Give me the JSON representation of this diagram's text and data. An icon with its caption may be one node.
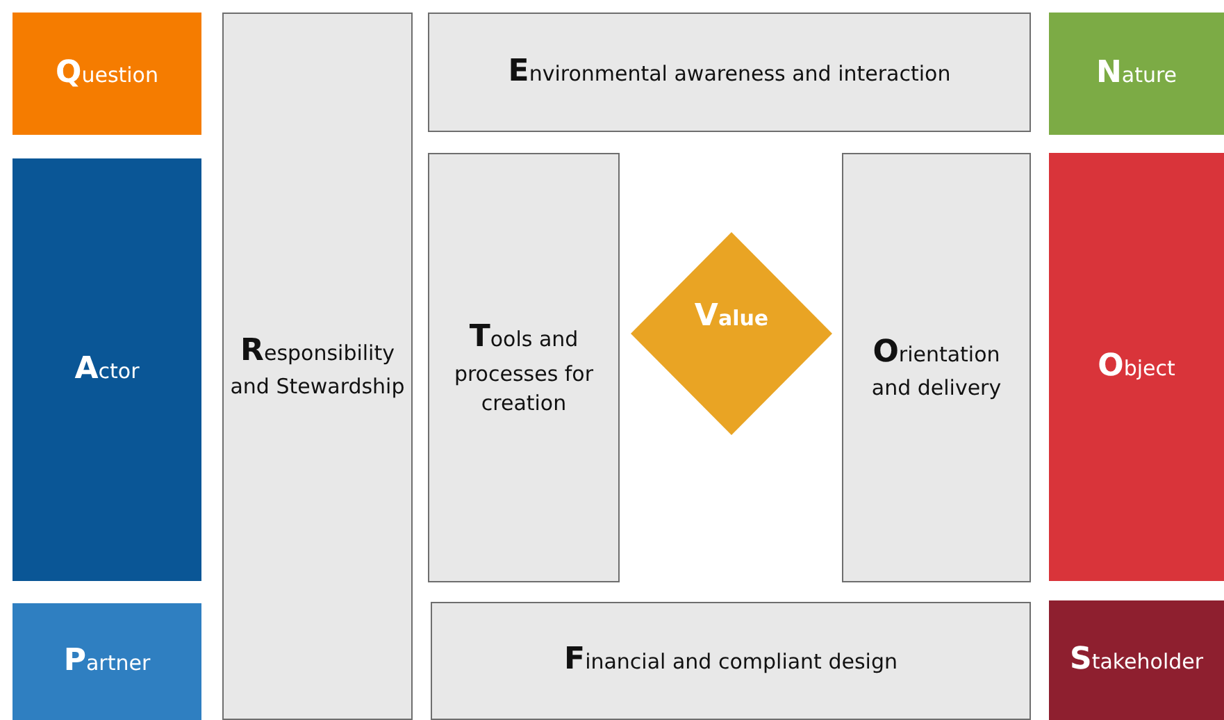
{
  "diagram": {
    "nodes": [
      {
        "text": [
          "Question"
        ]
      },
      {
        "text": [
          "Actor"
        ]
      },
      {
        "text": [
          "Partner"
        ]
      },
      {
        "text": [
          "Responsibility and Stewardship"
        ]
      },
      {
        "text": [
          "Environmental awareness and interaction"
        ]
      },
      {
        "text": [
          "Tools and processes for creation"
        ]
      },
      {
        "text": [
          "Value"
        ]
      },
      {
        "text": [
          "Orientation and delivery"
        ]
      },
      {
        "text": [
          "Financial and compliant design"
        ]
      },
      {
        "text": [
          "Nature"
        ]
      },
      {
        "text": [
          "Object"
        ]
      },
      {
        "text": [
          "Stakeholder"
        ]
      }
    ]
  }
}
